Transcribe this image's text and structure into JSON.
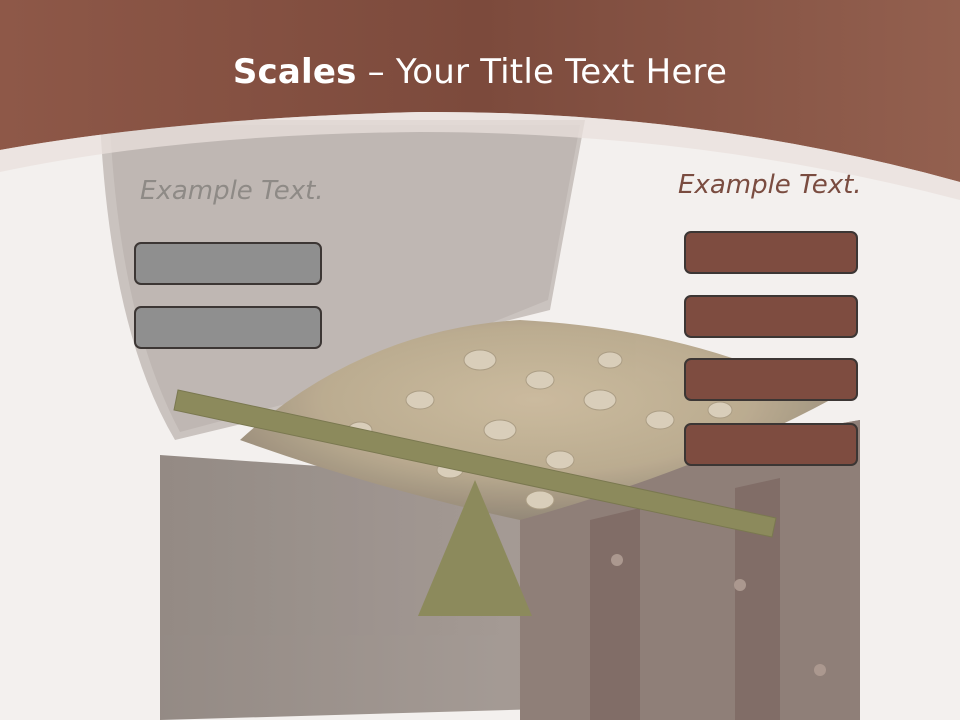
{
  "slide": {
    "title_bold": "Scales",
    "title_rest": " – Your Title Text Here",
    "left_label": "Example Text.",
    "right_label": "Example Text."
  },
  "left_boxes": [
    {
      "text": ""
    },
    {
      "text": ""
    }
  ],
  "right_boxes": [
    {
      "text": ""
    },
    {
      "text": ""
    },
    {
      "text": ""
    },
    {
      "text": ""
    }
  ],
  "colors": {
    "header_brown": "#8a5446",
    "gray_box": "#8f8f8f",
    "brown_box": "#7e4c40",
    "scale_olive": "#8c8a5c"
  },
  "icons": {
    "background": "treasure-chest-image",
    "balance": "scale-beam-icon"
  }
}
